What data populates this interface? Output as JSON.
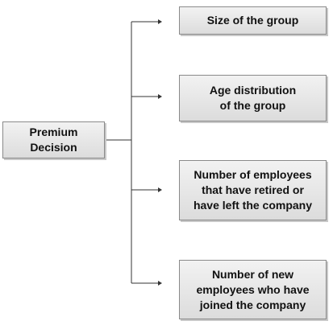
{
  "diagram": {
    "root": {
      "label": "Premium\nDecision"
    },
    "children": [
      {
        "label": "Size of the group"
      },
      {
        "label": "Age distribution\nof the group"
      },
      {
        "label": "Number of employees\nthat have retired or\nhave left the company"
      },
      {
        "label": "Number of new\nemployees who have\njoined the company"
      }
    ],
    "colors": {
      "box_fill_top": "#f2f2f2",
      "box_fill_bottom": "#dcdcdc",
      "box_border": "#8a8a8a",
      "connector": "#333333",
      "text": "#111111"
    }
  }
}
